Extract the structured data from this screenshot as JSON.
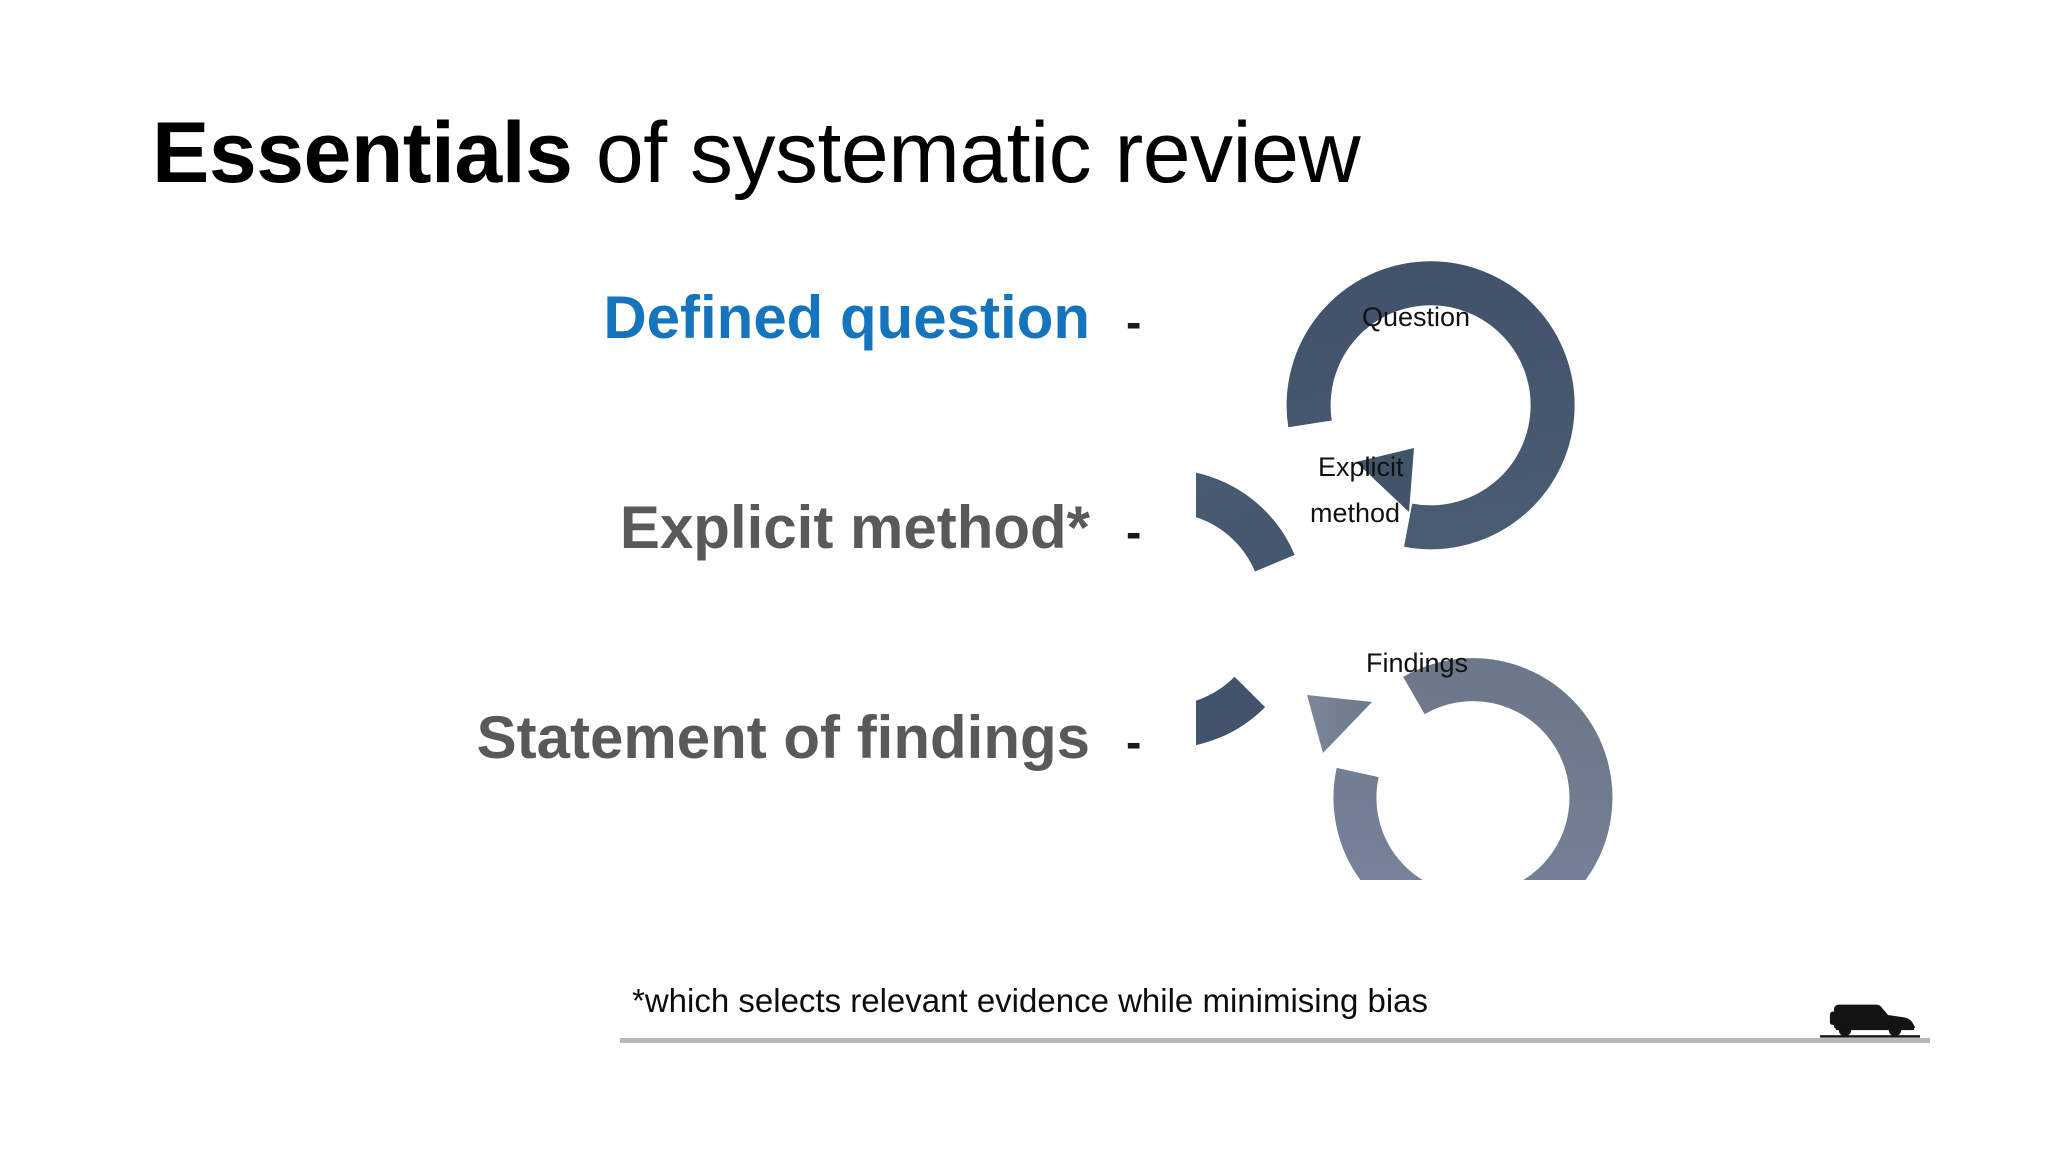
{
  "slide": {
    "title_strong": "Essentials",
    "title_rest": " of systematic review",
    "background_color": "#FFFFFF"
  },
  "essentials": {
    "items": [
      {
        "label": "Defined question",
        "dash": "-",
        "color": "#1474BD",
        "emphasis": "highlighted"
      },
      {
        "label": "Explicit method*",
        "dash": "-",
        "color": "#595959",
        "emphasis": "normal"
      },
      {
        "label": "Statement of findings",
        "dash": "-",
        "color": "#595959",
        "emphasis": "normal"
      }
    ]
  },
  "cycle_diagram": {
    "name": "three-stage-cycle",
    "dark_ring_color": "#42546A",
    "light_ring_color": "#6F7B8C",
    "stages": [
      {
        "label": "Question",
        "label_line_2": ""
      },
      {
        "label": "Explicit",
        "label_line_2": "method"
      },
      {
        "label": "Findings",
        "label_line_2": ""
      }
    ]
  },
  "footer": {
    "footnote": "*which selects relevant evidence while minimising bias",
    "rule_color": "#B8B8B8",
    "logo_icon": "suv-vehicle-icon"
  }
}
